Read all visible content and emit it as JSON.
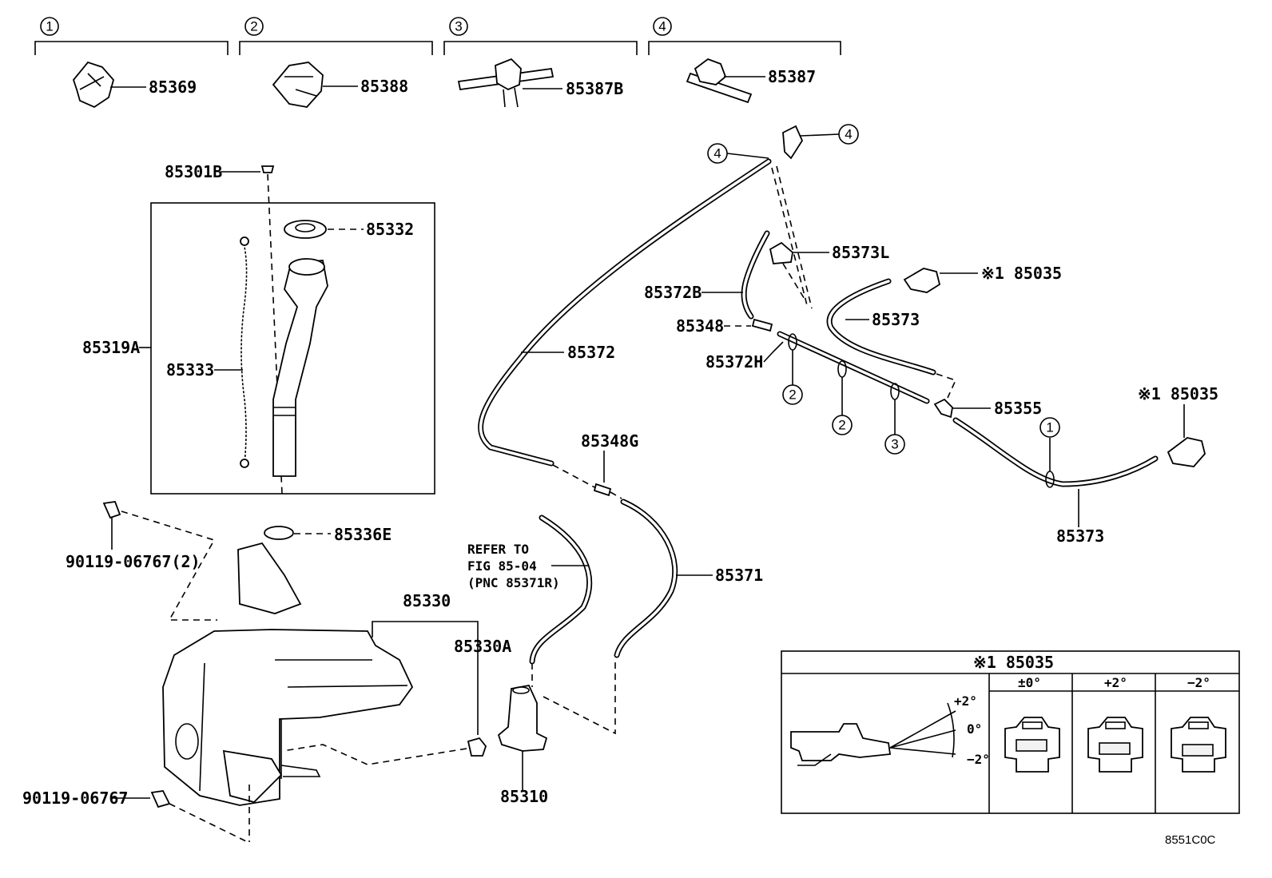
{
  "groups": [
    {
      "num": "1",
      "part": "85369"
    },
    {
      "num": "2",
      "part": "85388"
    },
    {
      "num": "3",
      "part": "85387B"
    },
    {
      "num": "4",
      "part": "85387"
    }
  ],
  "labels": {
    "p85301B": "85301B",
    "p85332": "85332",
    "p85319A": "85319A",
    "p85333": "85333",
    "p90119_2": "90119-06767(2)",
    "p85336E": "85336E",
    "p85330": "85330",
    "p85330A": "85330A",
    "p90119": "90119-06767",
    "p85310": "85310",
    "p85372": "85372",
    "p85348G": "85348G",
    "p85371": "85371",
    "p85373L": "85373L",
    "p85372B": "85372B",
    "p85348": "85348",
    "p85372H": "85372H",
    "p85373a": "85373",
    "p85035a": "※1 85035",
    "p85355": "85355",
    "p85035b": "※1 85035",
    "p85373b": "85373"
  },
  "refer": {
    "line1": "REFER TO",
    "line2": "FIG 85-04",
    "line3": "(PNC 85371R)"
  },
  "callouts": {
    "c4a": "4",
    "c4b": "4",
    "c2a": "2",
    "c2b": "2",
    "c3": "3",
    "c1": "1"
  },
  "inset": {
    "title": "※1 85035",
    "col1": "±0°",
    "col2": "+2°",
    "col3": "−2°",
    "angle_plus": "+2°",
    "angle_zero": "0°",
    "angle_minus": "−2°"
  },
  "figure_code": "8551C0C"
}
